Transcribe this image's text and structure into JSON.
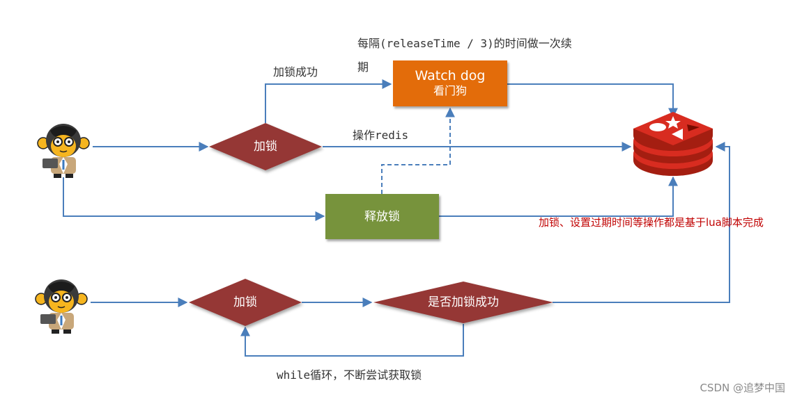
{
  "nodes": {
    "watchdog": {
      "title": "Watch dog",
      "subtitle": "看门狗",
      "color": "#e36c0a"
    },
    "lock_top": {
      "label": "加锁",
      "color": "#953735"
    },
    "release": {
      "label": "释放锁",
      "color": "#77933c"
    },
    "lock_bottom": {
      "label": "加锁",
      "color": "#953735"
    },
    "check": {
      "label": "是否加锁成功",
      "color": "#953735"
    },
    "redis": {
      "icon": "redis-logo-icon",
      "color": "#d82c20"
    },
    "user_top": {
      "icon": "monkey-developer-icon"
    },
    "user_bottom": {
      "icon": "monkey-developer-icon"
    }
  },
  "labels": {
    "lock_success": "加锁成功",
    "renew_line1": "每隔(releaseTime / 3)的时间做一次续",
    "renew_line2": "期",
    "operate": "操作redis",
    "lua_note": "加锁、设置过期时间等操作都是基于lua脚本完成",
    "loop": "while循环，不断尝试获取锁"
  },
  "colors": {
    "arrow": "#4a7ebb",
    "note_red": "#c00000"
  },
  "watermark": "CSDN @追梦中国"
}
